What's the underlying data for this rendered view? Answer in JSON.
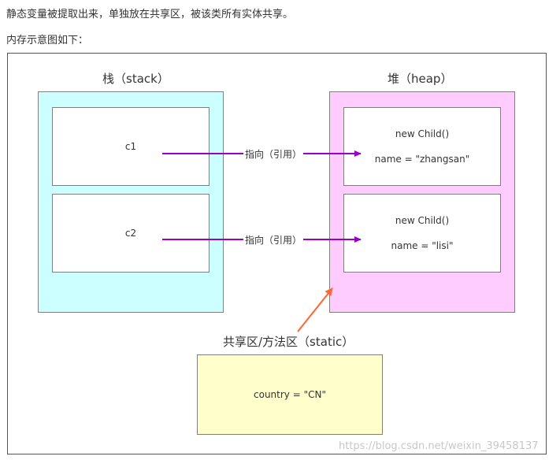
{
  "intro": {
    "line1": "静态变量被提取出来，单独放在共享区，被该类所有实体共享。",
    "line2": "内存示意图如下："
  },
  "diagram": {
    "stack_title": "栈（stack）",
    "heap_title": "堆（heap）",
    "static_title": "共享区/方法区（static）",
    "stack_cells": [
      {
        "label": "c1"
      },
      {
        "label": "c2"
      }
    ],
    "heap_cells": [
      {
        "line1": "new Child()",
        "line2": "name = \"zhangsan\""
      },
      {
        "line1": "new Child()",
        "line2": "name = \"lisi\""
      }
    ],
    "arrow_label": "指向（引用）",
    "static_value": "country = \"CN\"",
    "colors": {
      "stack_bg": "#ccffff",
      "heap_bg": "#ffccff",
      "static_bg": "#ffffcc",
      "reference_arrow": "#9900cc",
      "static_arrow": "#ff6633"
    }
  },
  "watermark": "https://blog.csdn.net/weixin_39458137"
}
